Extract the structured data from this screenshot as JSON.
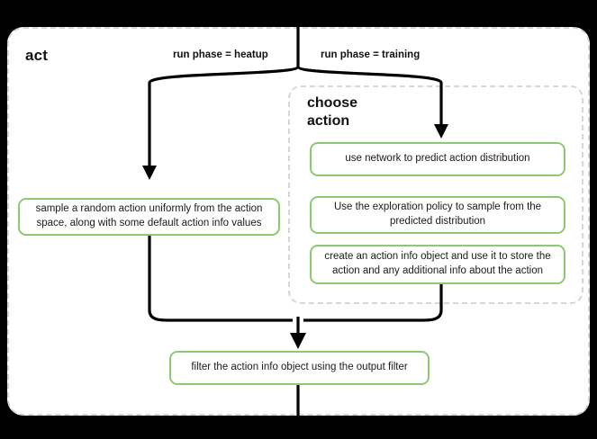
{
  "diagram": {
    "type": "flowchart",
    "background_color": "#000000",
    "surface_color": "#ffffff",
    "accent_color": "#8dc971",
    "container_border_color": "#d6d6d6",
    "edge_color": "#000000"
  },
  "outer_container": {
    "title": "act",
    "style": "dashed-rounded"
  },
  "inner_container": {
    "title": "choose\naction",
    "title_line1": "choose",
    "title_line2": "action",
    "style": "dashed-rounded"
  },
  "edge_labels": {
    "heatup": "run phase = heatup",
    "training": "run phase = training"
  },
  "nodes": [
    {
      "id": "sample-random-action",
      "label": "sample a random action uniformly from the action space, along with some default action info values",
      "branch": "heatup"
    },
    {
      "id": "use-network-predict",
      "label": "use network to predict action distribution",
      "branch": "training"
    },
    {
      "id": "exploration-policy-sample",
      "label": "Use the exploration policy to sample from the predicted distribution",
      "branch": "training"
    },
    {
      "id": "create-action-info",
      "label": "create an action info object and use it to store the action and any additional info about the action",
      "branch": "training"
    },
    {
      "id": "filter-action-info",
      "label": "filter the action info object using the output filter",
      "branch": "merged"
    }
  ],
  "edges": [
    {
      "from": "entry",
      "to": "split",
      "label": ""
    },
    {
      "from": "split",
      "to": "sample-random-action",
      "label": "run phase = heatup"
    },
    {
      "from": "split",
      "to": "use-network-predict",
      "label": "run phase = training"
    },
    {
      "from": "sample-random-action",
      "to": "merge",
      "label": ""
    },
    {
      "from": "create-action-info",
      "to": "merge",
      "label": ""
    },
    {
      "from": "merge",
      "to": "filter-action-info",
      "label": ""
    },
    {
      "from": "filter-action-info",
      "to": "exit",
      "label": ""
    }
  ]
}
